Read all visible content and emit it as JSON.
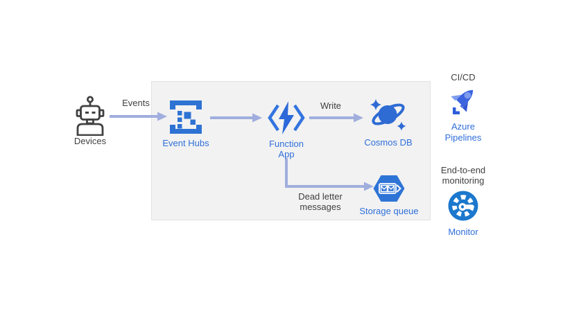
{
  "diagram": {
    "nodes": {
      "devices": {
        "label": "Devices",
        "icon": "robot-icon"
      },
      "event_hubs": {
        "label": "Event Hubs",
        "icon": "event-hubs-icon"
      },
      "function_app": {
        "label": "Function App",
        "icon": "function-app-icon"
      },
      "cosmos_db": {
        "label": "Cosmos DB",
        "icon": "cosmos-db-icon"
      },
      "storage_queue": {
        "label": "Storage queue",
        "icon": "storage-queue-icon"
      },
      "azure_pipelines": {
        "caption": "CI/CD",
        "label": "Azure Pipelines",
        "icon": "rocket-icon"
      },
      "monitor": {
        "caption": "End-to-end monitoring",
        "label": "Monitor",
        "icon": "gauge-icon"
      }
    },
    "edges": {
      "events": {
        "label": "Events"
      },
      "write": {
        "label": "Write"
      },
      "dead_letter": {
        "label": "Dead letter messages"
      }
    },
    "colors": {
      "icon_blue": "#2e72d4",
      "label_blue": "#2f6fd9",
      "monitor_blue": "#1b78cd",
      "pipelines_dark_blue": "#3c64de",
      "pipelines_light_blue": "#7e9cee",
      "arrow": "#a0aede",
      "text_dark": "#3f3f3f",
      "panel_background": "#f2f2f2"
    }
  }
}
